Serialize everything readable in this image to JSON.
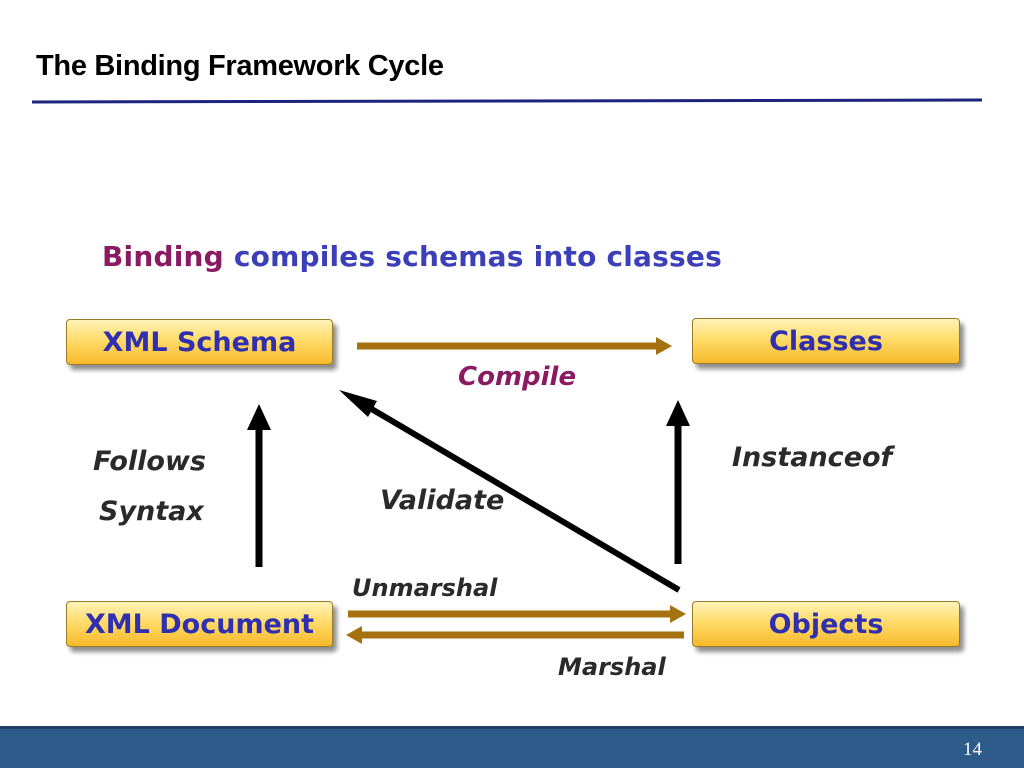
{
  "slide": {
    "title": "The Binding Framework Cycle",
    "subtitle_highlight": "Binding",
    "subtitle_rest": " compiles schemas into classes",
    "page_number": "14"
  },
  "nodes": {
    "xml_schema": "XML Schema",
    "classes": "Classes",
    "xml_document": "XML Document",
    "objects": "Objects"
  },
  "edges": {
    "compile": "Compile",
    "follows": "Follows",
    "syntax": "Syntax",
    "instanceof": "Instanceof",
    "validate": "Validate",
    "unmarshal": "Unmarshal",
    "marshal": "Marshal"
  },
  "colors": {
    "title_rule": "#1a237e",
    "node_text": "#2f2fb0",
    "subtitle": "#3b3fb8",
    "subtitle_highlight": "#8a1a62",
    "gold_arrow": "#a5720f",
    "black_arrow": "#000000",
    "footer": "#2e5c8a"
  }
}
